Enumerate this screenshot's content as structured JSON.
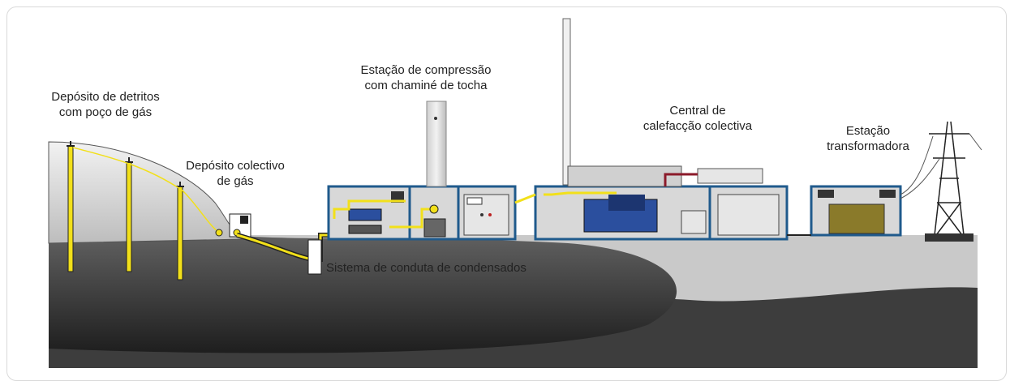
{
  "labels": {
    "landfill": [
      "Depósito de detritos",
      "com poço de gás"
    ],
    "collector": [
      "Depósito colectivo",
      "de gás"
    ],
    "compression": [
      "Estação de compressão",
      "com chaminé de tocha"
    ],
    "district_heating": [
      "Central de",
      "calefacção colectiva"
    ],
    "transformer": [
      "Estação",
      "transformadora"
    ],
    "condensate": "Sistema de conduta de condensados"
  },
  "colors": {
    "pipe_gas": "#f2e01a",
    "hill_fill": "#e6e6e6",
    "ground_dark": "#3c3c3c",
    "ground_light": "#c8c8c8",
    "container_frame": "#1f5a8c",
    "engine_blue": "#2b4f9e",
    "transformer_olive": "#8a7a2a",
    "heat_pipe_red": "#8b1a2a"
  }
}
